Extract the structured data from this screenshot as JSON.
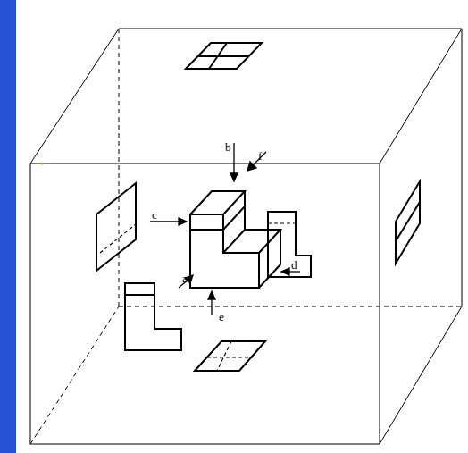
{
  "diagram": {
    "labels": [
      "b",
      "f",
      "c",
      "d",
      "a",
      "e"
    ]
  }
}
